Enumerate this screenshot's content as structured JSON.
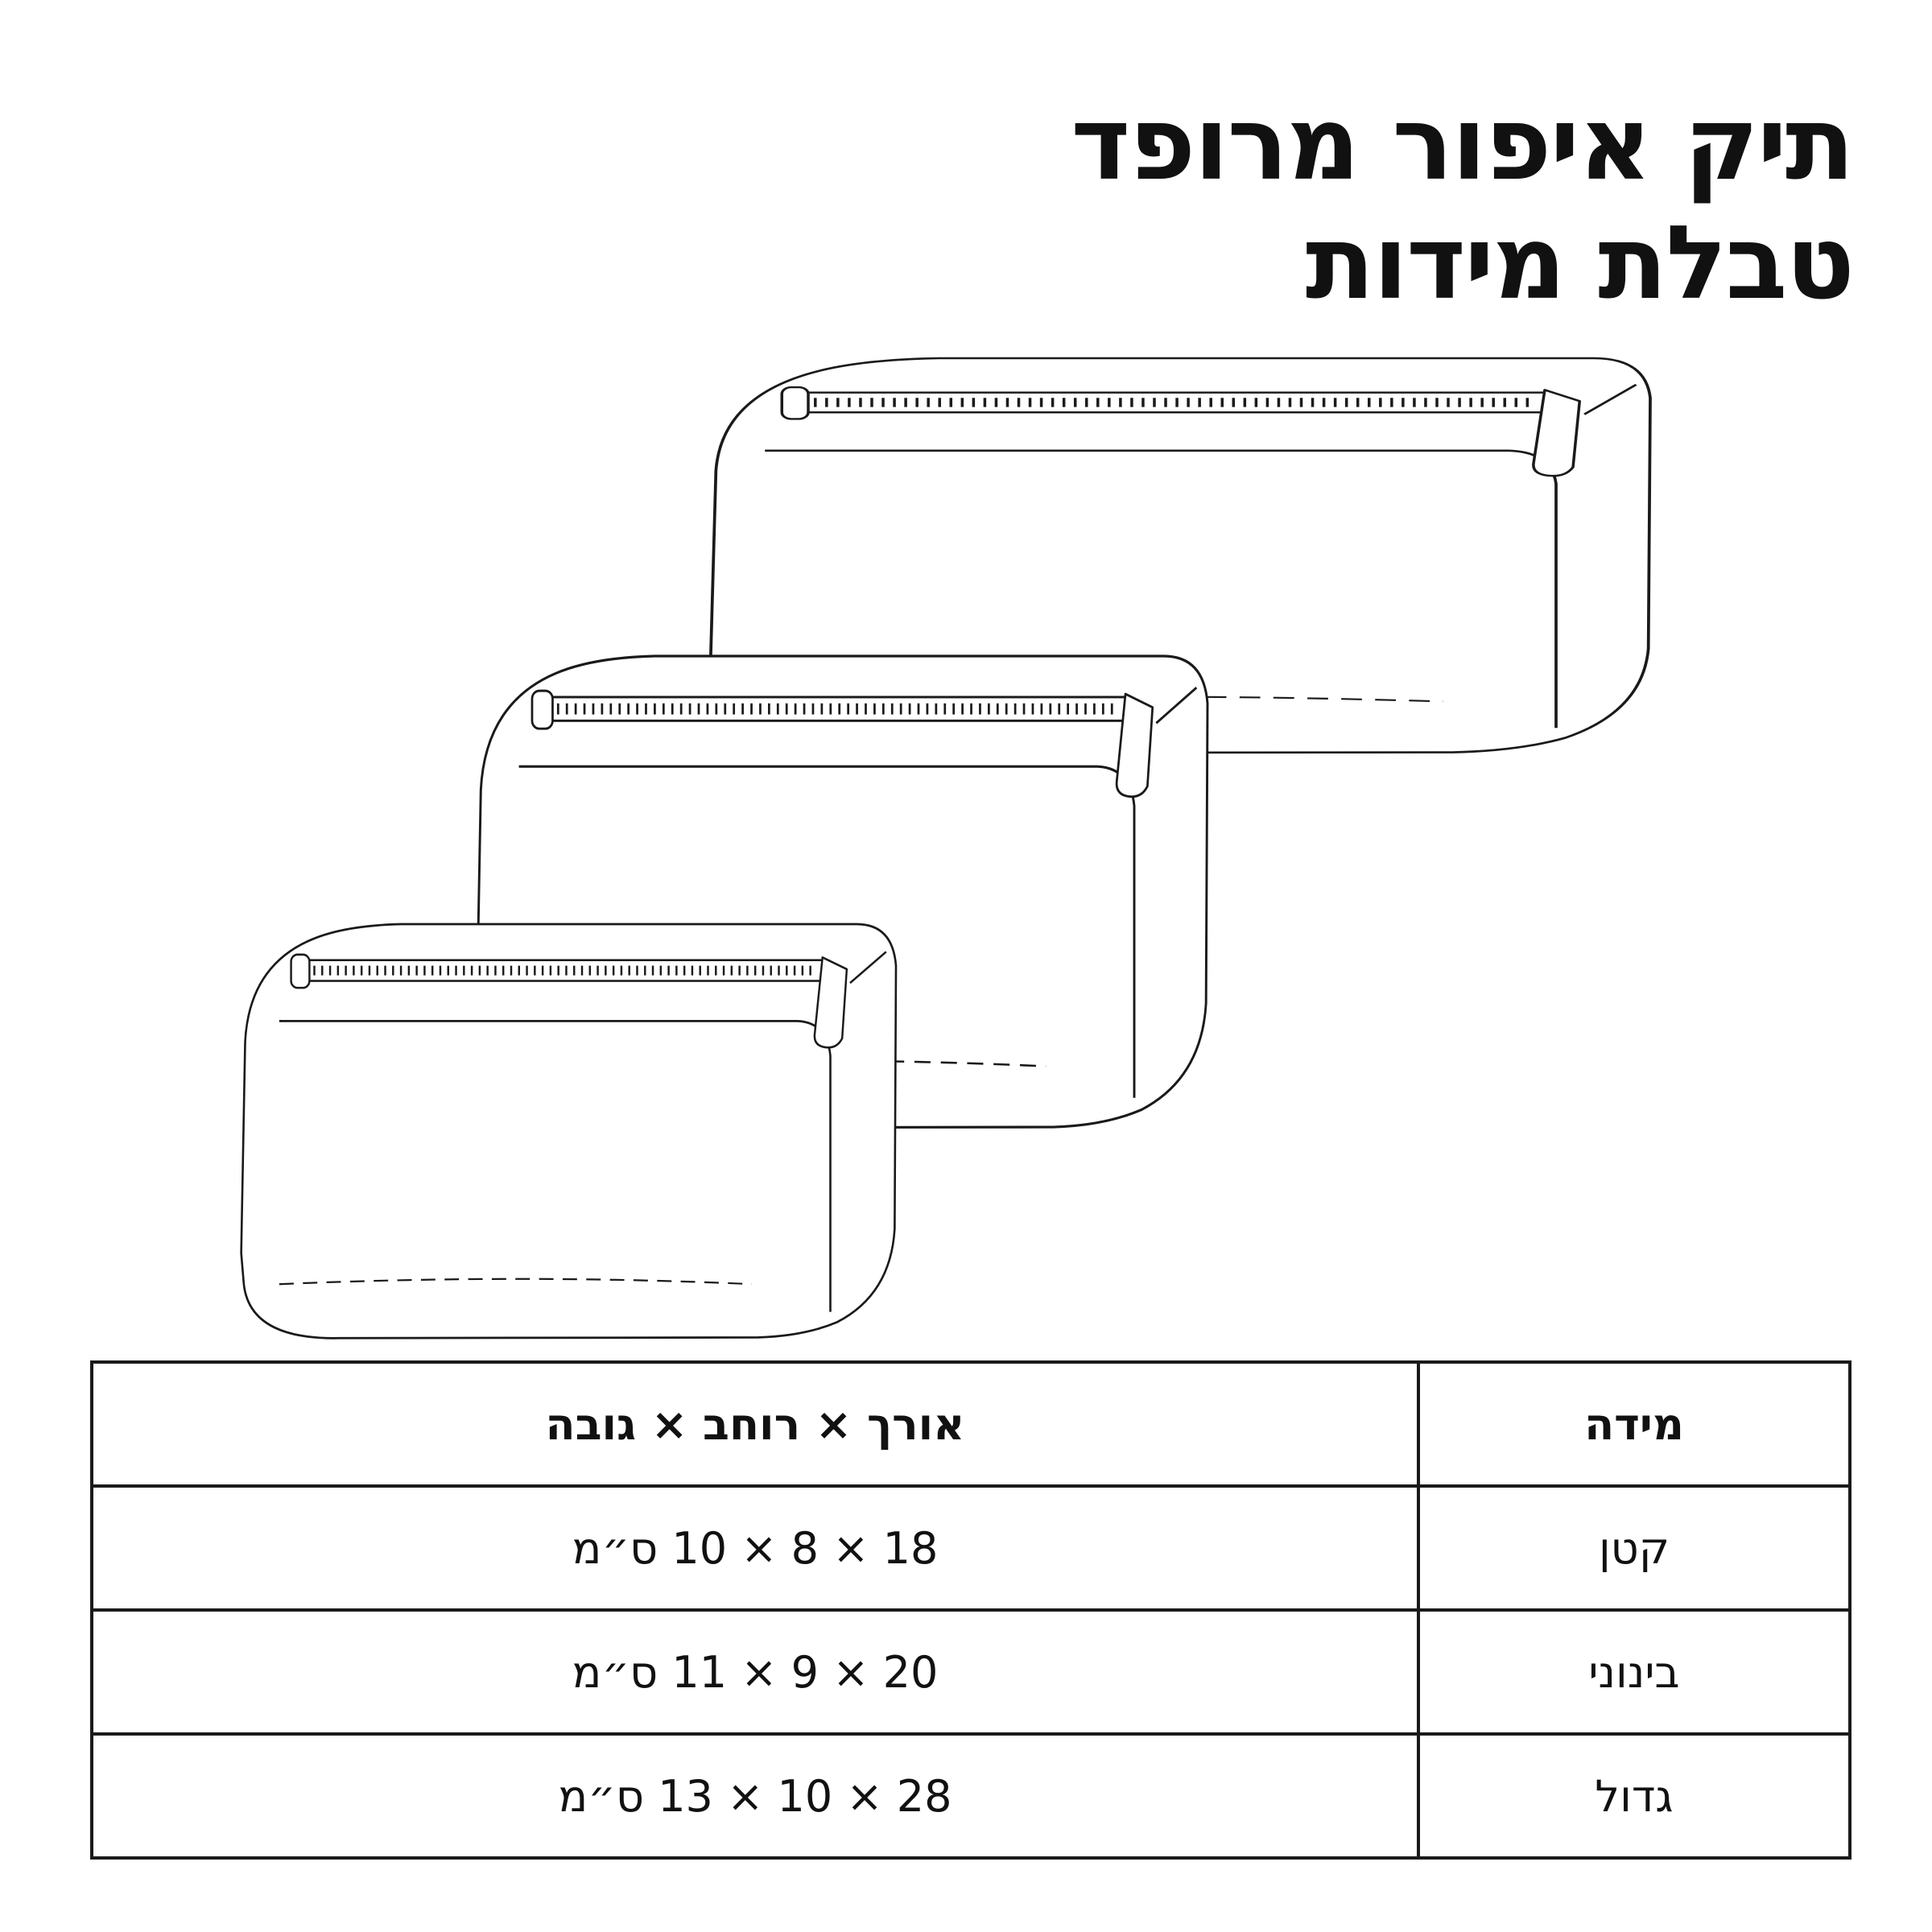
{
  "title": {
    "line1": "תיק איפור מרופד",
    "line2": "טבלת מידות"
  },
  "illustration": {
    "label": "bags-illustration",
    "bags": [
      "small-bag",
      "medium-bag",
      "large-bag"
    ],
    "stroke_color": "#1a1a1a"
  },
  "table": {
    "header": {
      "size": "מידה",
      "dimensions": "אורך × רוחב × גובה"
    },
    "rows": [
      {
        "size": "קטן",
        "dimensions": "18 × 8 × 10 ס״מ"
      },
      {
        "size": "בינוני",
        "dimensions": "20 × 9 × 11 ס״מ"
      },
      {
        "size": "גדול",
        "dimensions": "28 × 10 × 13 ס״מ"
      }
    ]
  }
}
